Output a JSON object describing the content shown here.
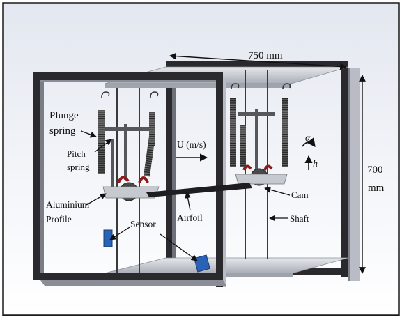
{
  "figure": {
    "dimensions": {
      "width_label": "750 mm",
      "height_label_line1": "700",
      "height_label_line2": "mm"
    },
    "labels": {
      "plunge_spring_line1": "Plunge",
      "plunge_spring_line2": "spring",
      "pitch_spring_line1": "Pitch",
      "pitch_spring_line2": "spring",
      "flow_velocity": "U (m/s)",
      "aluminium_profile_line1": "Aluminium",
      "aluminium_profile_line2": "Profile",
      "sensor": "Sensor",
      "airfoil": "Airfoil",
      "cam": "Cam",
      "shaft": "Shaft",
      "pitch_symbol": "α",
      "heave_symbol": "h"
    },
    "colors": {
      "frame_dark": "#2a2a2e",
      "frame_light": "#b9bcc4",
      "rail": "#c9ccd3",
      "spring": "#3a3a3a",
      "cam_red": "#8c1c1c",
      "sensor_blue": "#2a62b8",
      "background_top": "#e9ecf3",
      "background_bottom": "#ffffff"
    }
  }
}
